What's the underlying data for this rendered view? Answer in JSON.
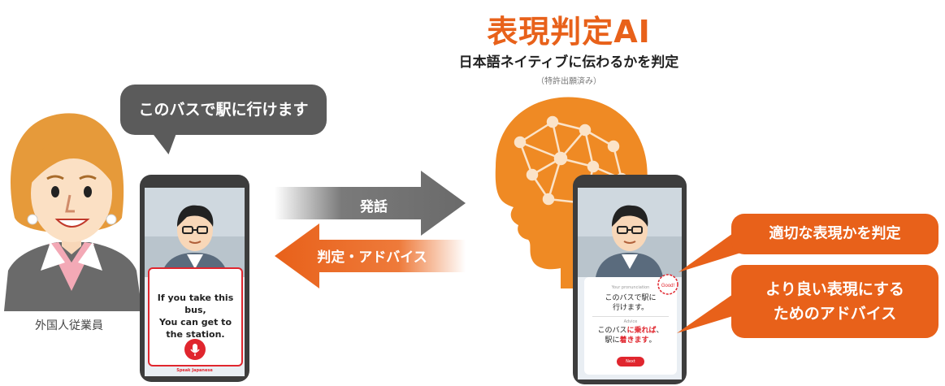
{
  "header": {
    "title": "表現判定AI",
    "subtitle": "日本語ネイティブに伝わるかを判定",
    "note": "（特許出願済み）"
  },
  "speech_bubble": "このバスで駅に行けます",
  "worker_label": "外国人従業員",
  "arrows": {
    "speak": "発話",
    "advice": "判定・アドバイス"
  },
  "left_phone": {
    "prompt_lines": [
      "If you take this bus,",
      "You can get to",
      "the station."
    ],
    "speak_label": "Speak Japanese"
  },
  "right_phone": {
    "pronunciation_label": "Your pronunciation",
    "sentence_lines": [
      "このバスで駅に",
      "行けます。"
    ],
    "stamp": "Good!",
    "advice_label": "Advice",
    "advice_line1_a": "このバス",
    "advice_line1_b": "に乗れば",
    "advice_line1_c": "、",
    "advice_line2_a": "駅に",
    "advice_line2_b": "着きます",
    "advice_line2_c": "。",
    "next_label": "Next"
  },
  "callouts": {
    "judge": "適切な表現かを判定",
    "advice_lines": [
      "より良い表現にする",
      "ためのアドバイス"
    ]
  },
  "colors": {
    "accent_orange": "#e8611a",
    "brain_orange": "#ef8a24",
    "bubble_gray": "#5b5b5b",
    "phone_frame": "#3d3d3d",
    "card_red": "#e0262e"
  }
}
